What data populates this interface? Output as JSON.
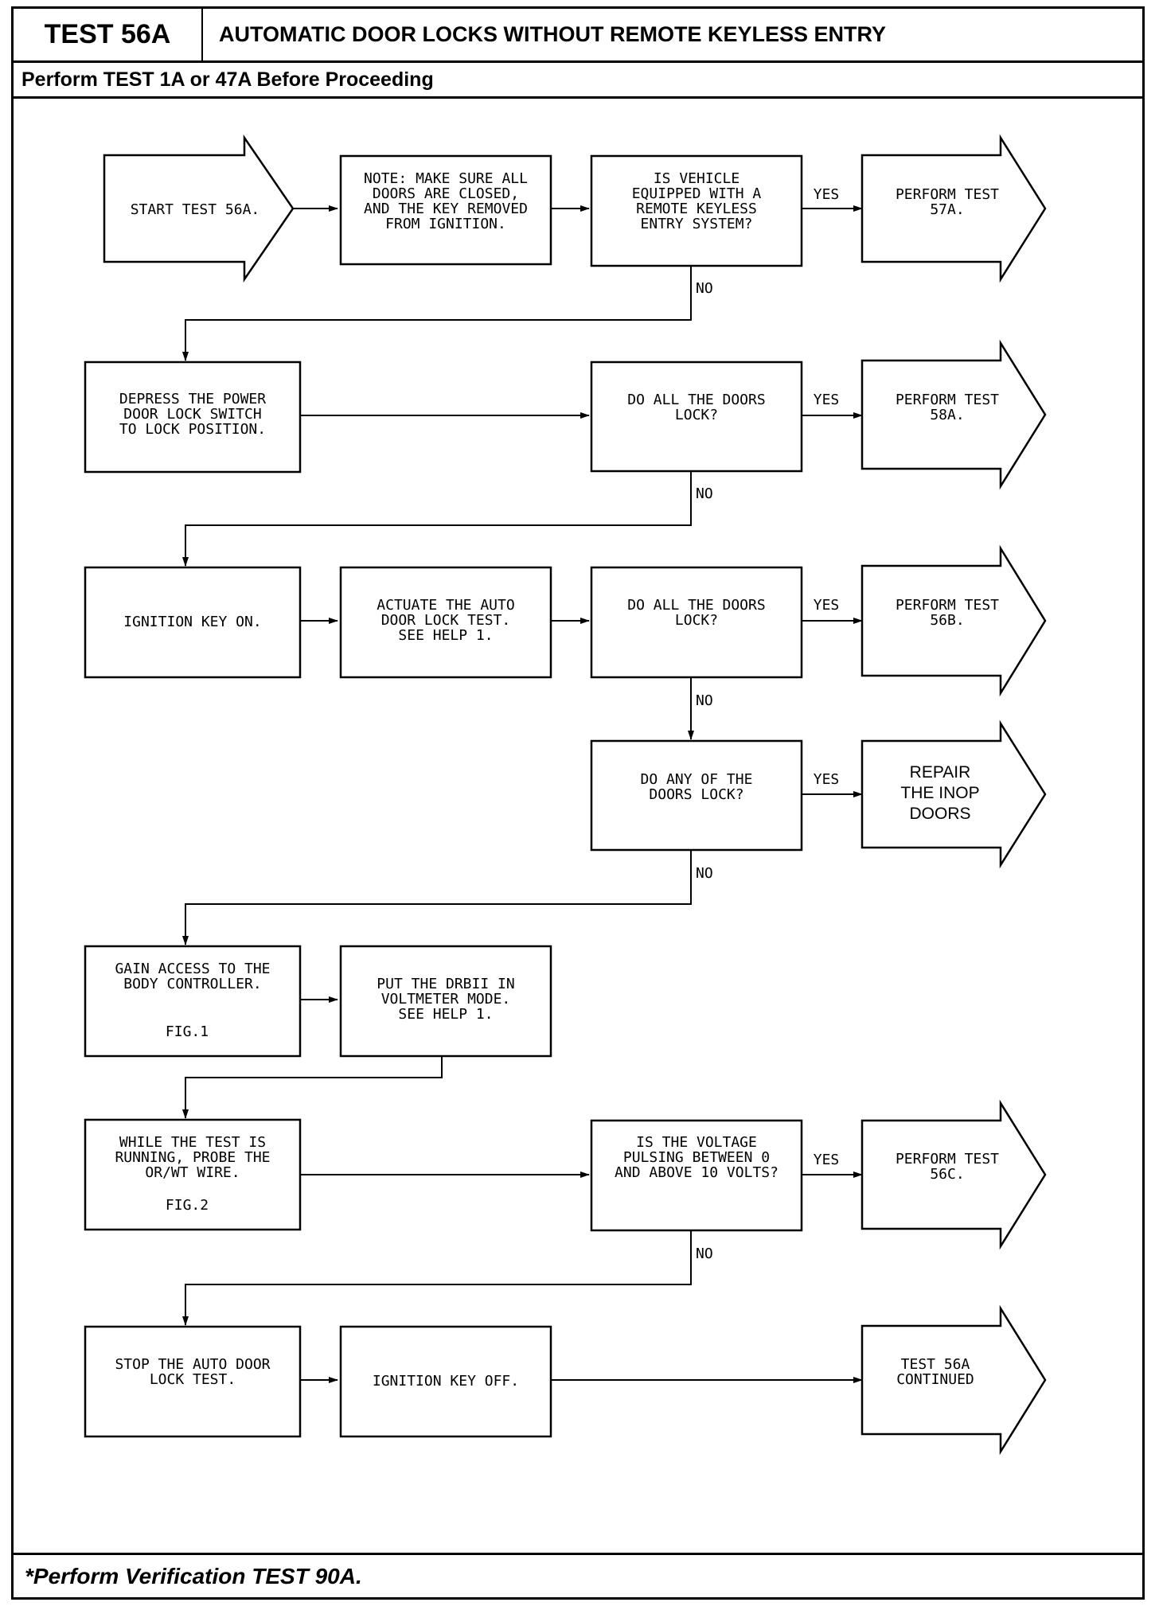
{
  "header": {
    "test_id": "TEST 56A",
    "title": "AUTOMATIC DOOR LOCKS WITHOUT REMOTE KEYLESS ENTRY",
    "prerequisite": "Perform TEST 1A or 47A Before Proceeding"
  },
  "footer": {
    "note": "*Perform Verification TEST 90A."
  },
  "flow": {
    "start": [
      "START TEST 56A."
    ],
    "note": [
      "NOTE: MAKE SURE ALL",
      "DOORS ARE CLOSED,",
      "AND THE KEY REMOVED",
      "FROM IGNITION."
    ],
    "q_keyless": [
      "IS VEHICLE",
      "EQUIPPED WITH A",
      "REMOTE KEYLESS",
      "ENTRY SYSTEM?"
    ],
    "perform_57a": [
      "PERFORM TEST",
      "57A."
    ],
    "depress": [
      "DEPRESS THE POWER",
      "DOOR LOCK SWITCH",
      "TO LOCK POSITION."
    ],
    "q_lock1": [
      "DO ALL THE DOORS",
      "LOCK?"
    ],
    "perform_58a": [
      "PERFORM TEST",
      "58A."
    ],
    "ign_on": [
      "IGNITION KEY ON."
    ],
    "actuate": [
      "ACTUATE THE AUTO",
      "DOOR LOCK TEST.",
      "SEE HELP 1."
    ],
    "q_lock2": [
      "DO ALL THE DOORS",
      "LOCK?"
    ],
    "perform_56b": [
      "PERFORM TEST",
      "56B."
    ],
    "q_any": [
      "DO ANY OF THE",
      "DOORS LOCK?"
    ],
    "repair": [
      "REPAIR",
      "THE INOP",
      "DOORS"
    ],
    "gain": [
      "GAIN ACCESS TO THE",
      "BODY CONTROLLER."
    ],
    "gain_fig": "FIG.1",
    "drbii": [
      "PUT THE DRBII IN",
      "VOLTMETER MODE.",
      "SEE HELP 1."
    ],
    "probe": [
      "WHILE THE TEST IS",
      "RUNNING, PROBE THE",
      "OR/WT WIRE."
    ],
    "probe_fig": "FIG.2",
    "q_volt": [
      "IS THE VOLTAGE",
      "PULSING BETWEEN 0",
      "AND ABOVE 10 VOLTS?"
    ],
    "perform_56c": [
      "PERFORM TEST",
      "56C."
    ],
    "stop": [
      "STOP THE AUTO DOOR",
      "LOCK TEST."
    ],
    "ign_off": [
      "IGNITION KEY OFF."
    ],
    "continued": [
      "TEST 56A",
      "CONTINUED"
    ],
    "yes_label": "YES",
    "no_label": "NO"
  }
}
